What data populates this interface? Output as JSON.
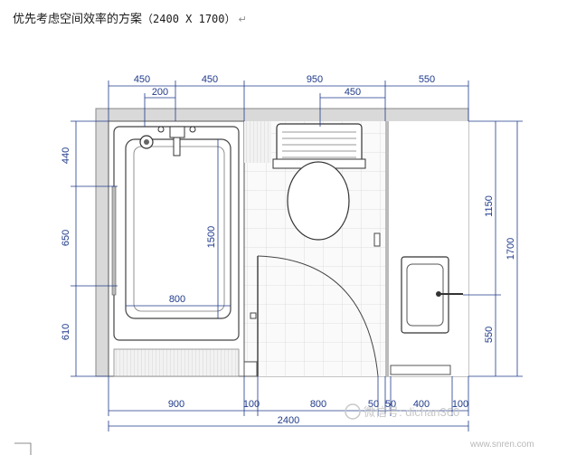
{
  "caption": {
    "text": "优先考虑空间效率的方案",
    "dims": "（2400 X 1700）",
    "return_mark": "↵"
  },
  "dimensions": {
    "top_row1": [
      "450",
      "450",
      "950",
      "550"
    ],
    "top_row2": [
      "200",
      "450"
    ],
    "left": [
      "440",
      "650",
      "610"
    ],
    "right": [
      "1150",
      "550",
      "1700"
    ],
    "bottom_row1": [
      "900",
      "100",
      "800",
      "50",
      "50",
      "400",
      "100"
    ],
    "bottom_total": "2400"
  },
  "interior_labels": {
    "tub_length": "1500",
    "tub_width": "800"
  },
  "watermark": {
    "wechat": "微信号: dichan360",
    "site": "www.snren.com"
  },
  "colors": {
    "dimension": "#1f3a8a",
    "wall": "#d9d9d9",
    "line": "#333333",
    "tile": "#e8e8e8"
  }
}
